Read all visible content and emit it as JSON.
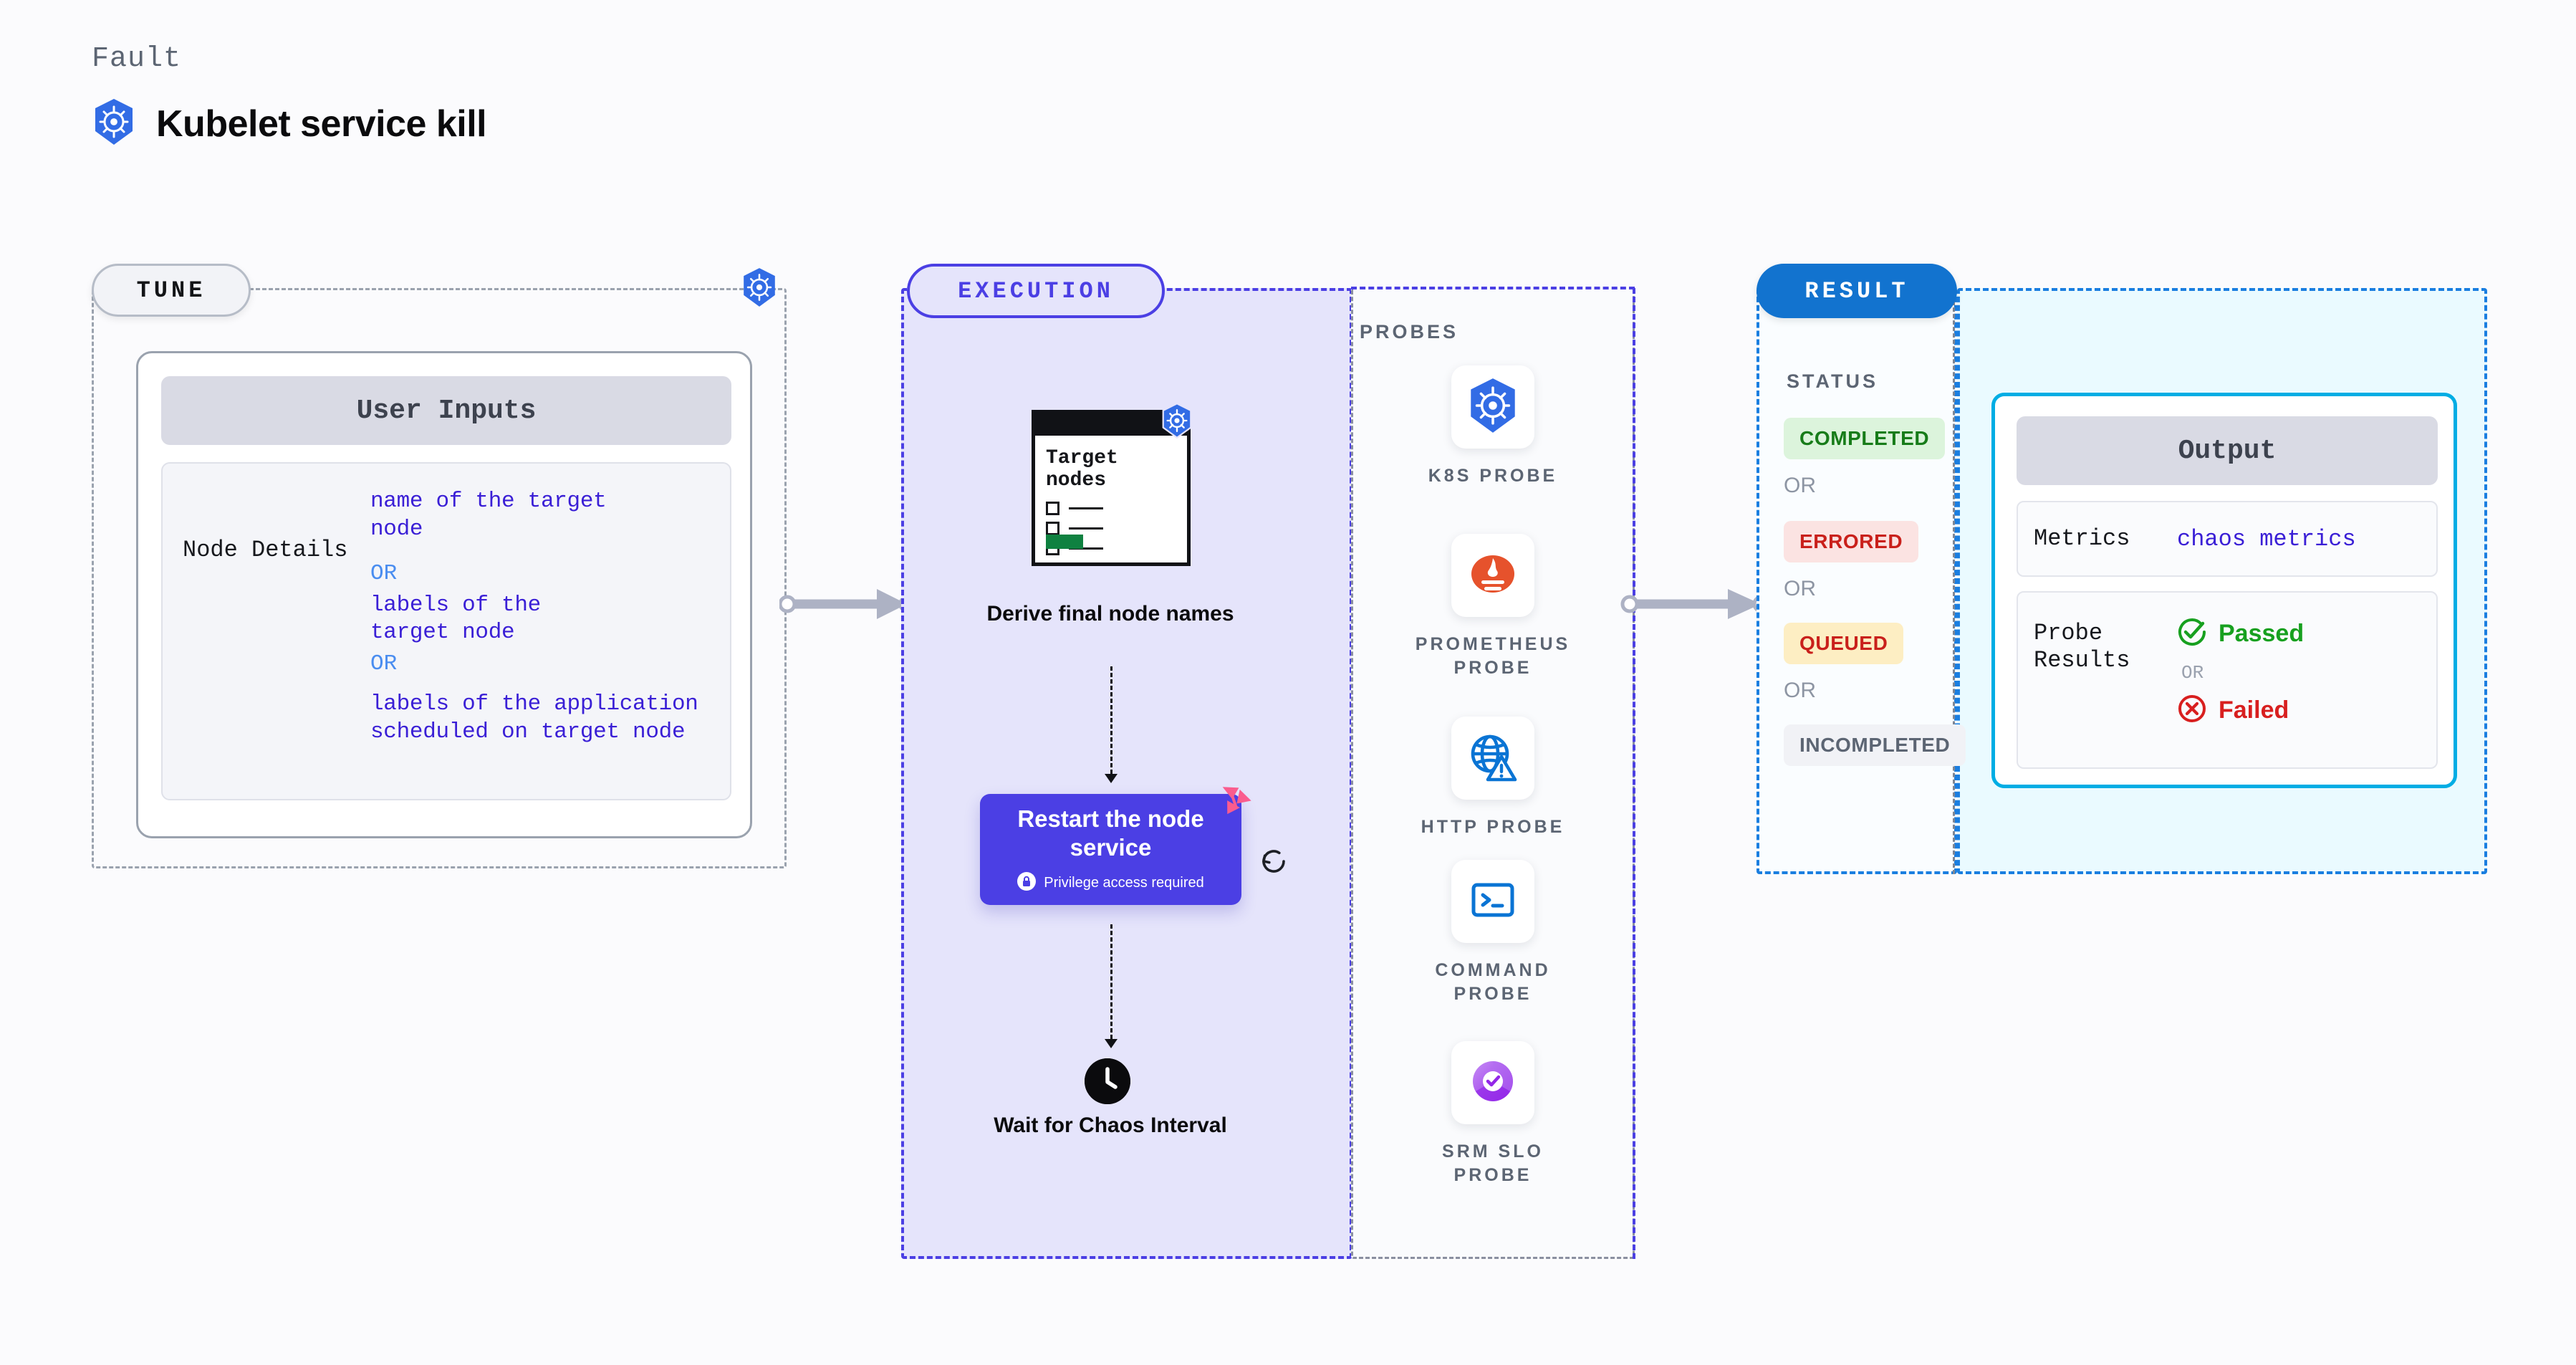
{
  "header": {
    "eyebrow": "Fault",
    "title": "Kubelet service kill",
    "icon": "kubernetes-icon"
  },
  "tune": {
    "badge": "TUNE",
    "corner_icon": "kubernetes-icon",
    "user_inputs": {
      "header": "User Inputs",
      "rows": [
        {
          "label": "Node Details",
          "values": [
            "name of the target\nnode",
            "labels of the\ntarget node",
            "labels of the application\n scheduled on target node"
          ],
          "separator": "OR"
        }
      ]
    }
  },
  "execution": {
    "badge": "EXECUTION",
    "node_card": {
      "title": "Target\nnodes",
      "icon": "kubernetes-icon",
      "checkbox_count": 3,
      "progress_color": "#0f8140"
    },
    "steps": [
      {
        "caption": "Derive final node names"
      },
      {
        "caption": "Restart the node service",
        "privilege_note": "Privilege access required",
        "privilege_icon": "lock-icon",
        "vendor_icon": "harness-icon",
        "revert_icon": "revert-icon",
        "color": "#4b3fe4"
      },
      {
        "caption": "Wait for Chaos Interval",
        "icon": "clock-icon"
      }
    ]
  },
  "probes": {
    "label": "PROBES",
    "items": [
      {
        "name": "K8S PROBE",
        "icon": "kubernetes-icon"
      },
      {
        "name": "PROMETHEUS PROBE",
        "icon": "prometheus-icon"
      },
      {
        "name": "HTTP PROBE",
        "icon": "globe-warning-icon"
      },
      {
        "name": "COMMAND PROBE",
        "icon": "terminal-icon"
      },
      {
        "name": "SRM SLO PROBE",
        "icon": "srm-slo-icon"
      }
    ]
  },
  "result": {
    "badge": "RESULT",
    "status_label": "STATUS",
    "separator": "OR",
    "statuses": [
      {
        "text": "COMPLETED",
        "color": "#177c19",
        "bg": "#dcf4dc"
      },
      {
        "text": "ERRORED",
        "color": "#c9201b",
        "bg": "#fbe3e2"
      },
      {
        "text": "QUEUED",
        "color": "#c9201b",
        "bg": "#fdeec3"
      },
      {
        "text": "INCOMPLETED",
        "color": "#5c6573",
        "bg": "#f1f2f6"
      }
    ],
    "output": {
      "header": "Output",
      "metrics_key": "Metrics",
      "metrics_value": "chaos metrics",
      "probe_results_key": "Probe\nResults",
      "passed": "Passed",
      "failed": "Failed",
      "separator": "OR"
    }
  }
}
